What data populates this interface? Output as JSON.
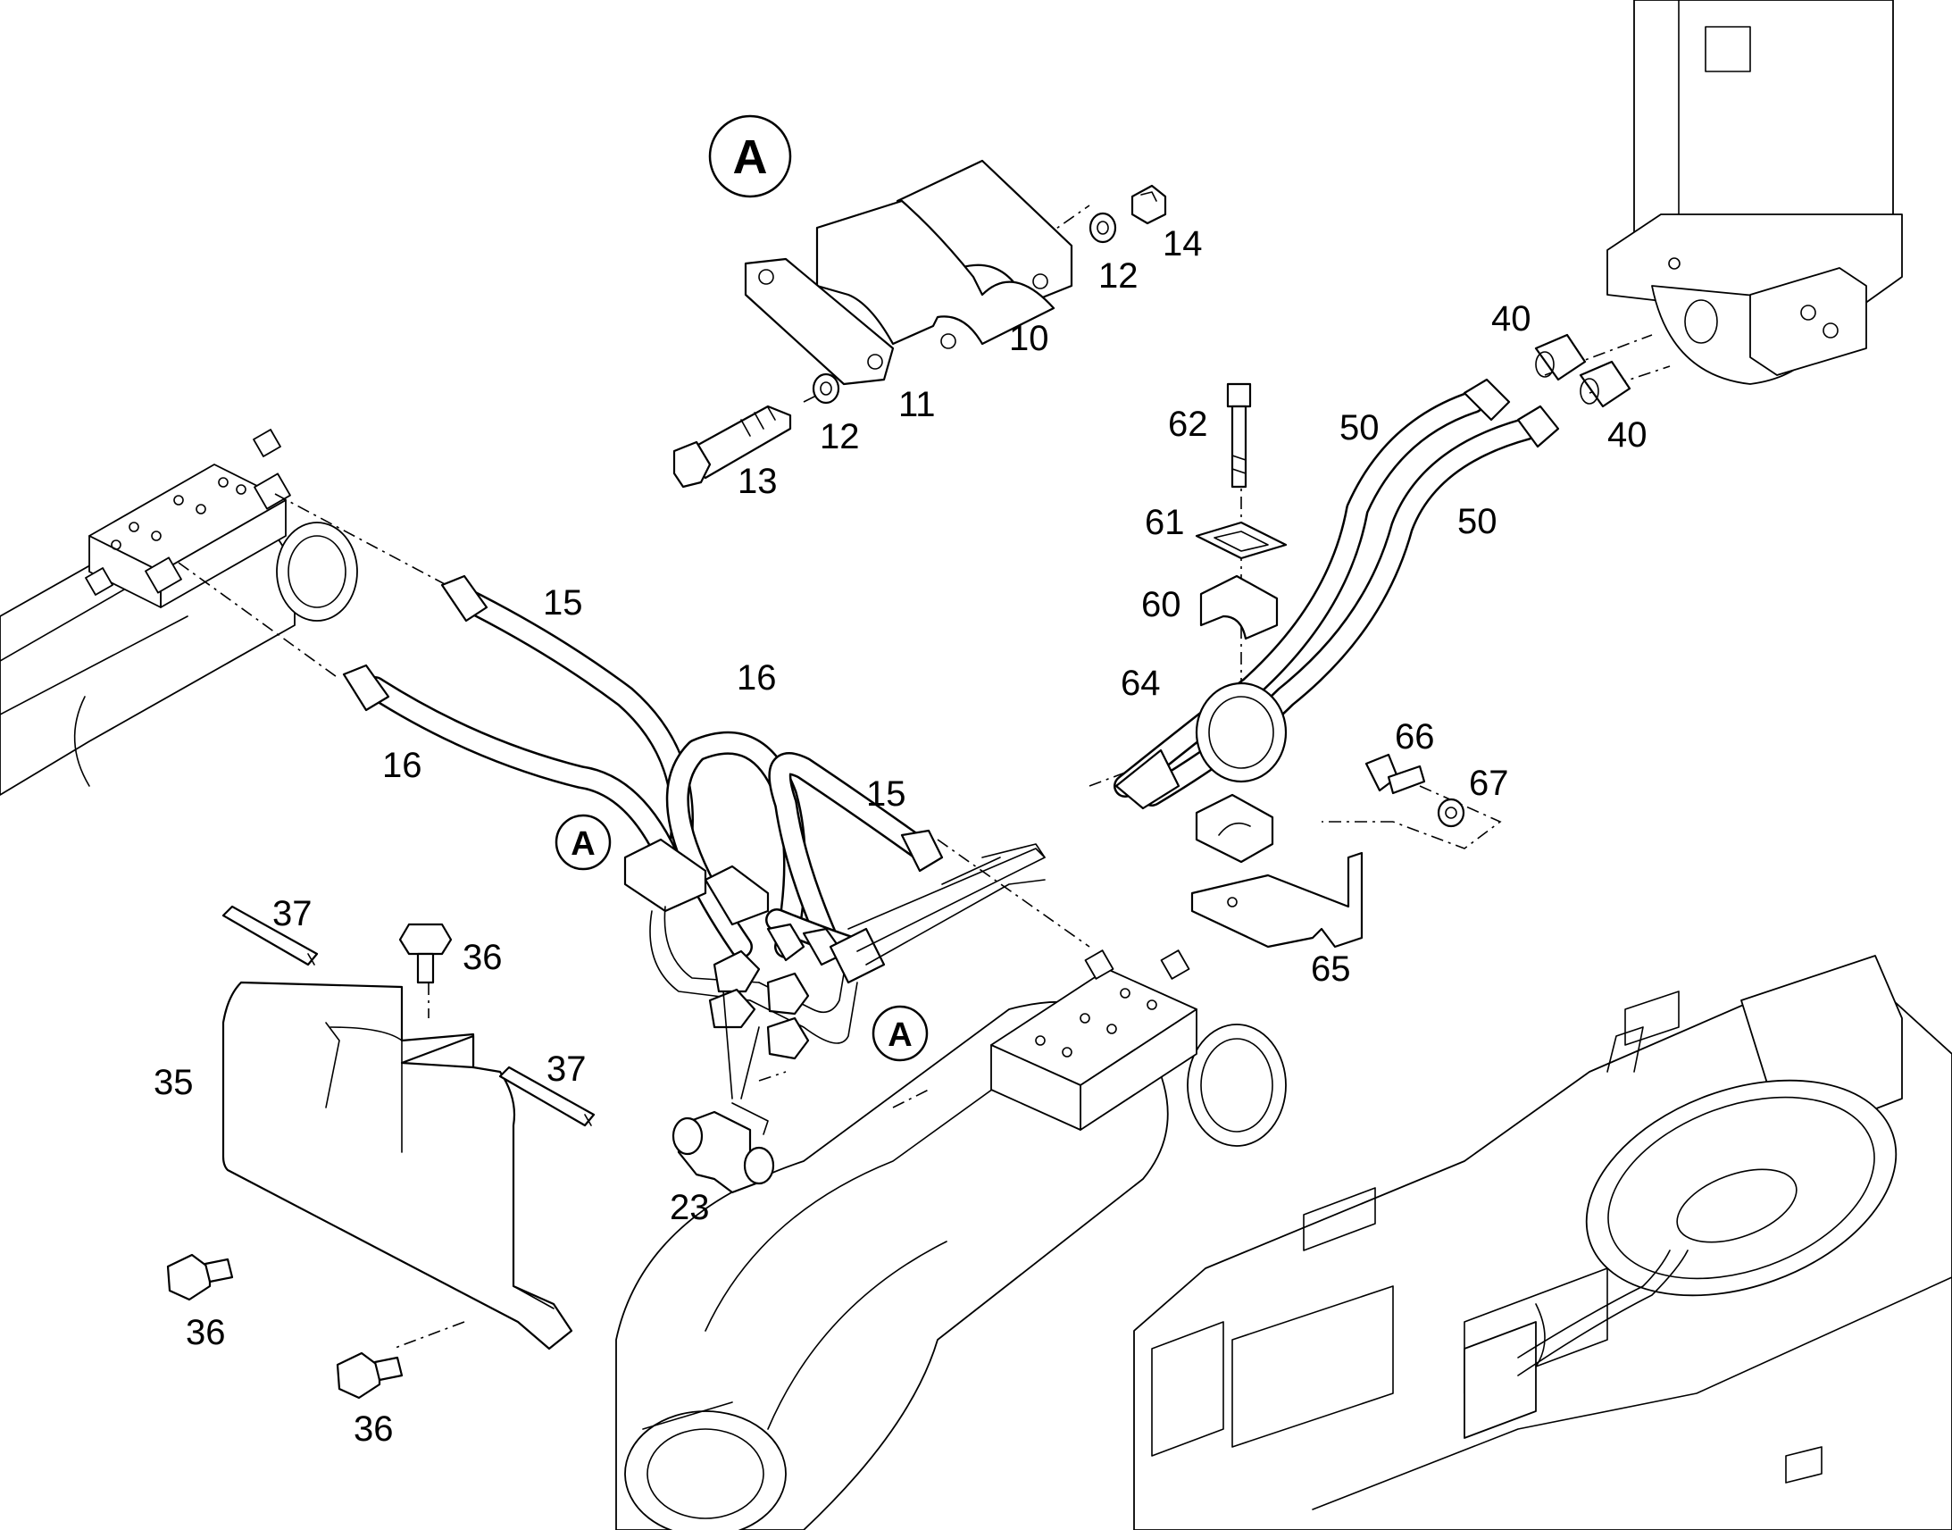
{
  "callouts": {
    "detail_title": "A",
    "ref_upper": "A",
    "ref_lower": "A"
  },
  "part_numbers": {
    "p10": "10",
    "p11": "11",
    "p12a": "12",
    "p12b": "12",
    "p13": "13",
    "p14": "14",
    "p15a": "15",
    "p15b": "15",
    "p16a": "16",
    "p16b": "16",
    "p23": "23",
    "p35": "35",
    "p36a": "36",
    "p36b": "36",
    "p36c": "36",
    "p37a": "37",
    "p37b": "37",
    "p40a": "40",
    "p40b": "40",
    "p50a": "50",
    "p50b": "50",
    "p60": "60",
    "p61": "61",
    "p62": "62",
    "p64": "64",
    "p65": "65",
    "p66": "66",
    "p67": "67"
  },
  "icons": [
    "clamp-block",
    "bolt",
    "washer",
    "nut",
    "hose",
    "fitting",
    "tee-fitting",
    "cover-plate",
    "edge-protector",
    "swivel-joint",
    "undercarriage"
  ]
}
